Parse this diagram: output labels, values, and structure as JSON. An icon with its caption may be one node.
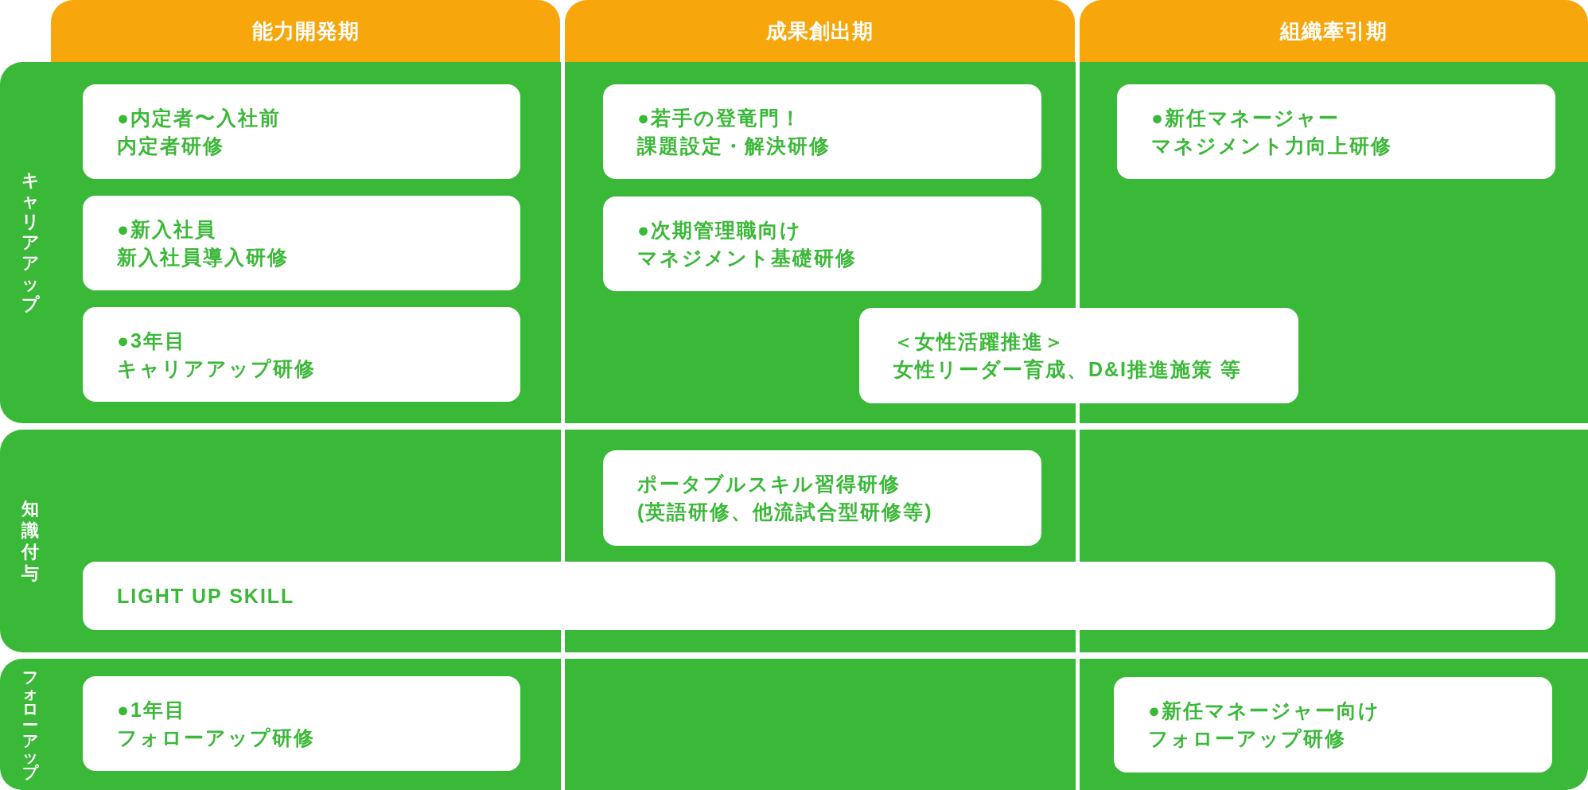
{
  "diagram": {
    "nodes": [
      {
        "text": [
          "能力開発期"
        ]
      },
      {
        "text": [
          "成果創出期"
        ]
      },
      {
        "text": [
          "組織牽引期"
        ]
      },
      {
        "text": [
          "キャリアアップ"
        ]
      },
      {
        "text": [
          "●内定者〜入社前",
          "内定者研修"
        ],
        "in": 3
      },
      {
        "text": [
          "●若手の登竜門！",
          "課題設定・解決研修"
        ],
        "in": 3
      },
      {
        "text": [
          "●新任マネージャー",
          "マネジメント力向上研修"
        ],
        "in": 3
      },
      {
        "text": [
          "●新入社員",
          "新入社員導入研修"
        ],
        "in": 3
      },
      {
        "text": [
          "●次期管理職向け",
          "マネジメント基礎研修"
        ],
        "in": 3
      },
      {
        "text": [
          "●3年目",
          "キャリアアップ研修"
        ],
        "in": 3
      },
      {
        "text": [
          "＜女性活躍推進＞",
          "女性リーダー育成、D&I推進施策 等"
        ],
        "in": 3
      },
      {
        "text": [
          "知識付与"
        ]
      },
      {
        "text": [
          "ポータブルスキル習得研修",
          "(英語研修、他流試合型研修等)"
        ],
        "in": 11
      },
      {
        "text": [
          "LIGHT UP SKILL"
        ],
        "in": 11
      },
      {
        "text": [
          "フォローアップ"
        ]
      },
      {
        "text": [
          "●1年目",
          "フォローアップ研修"
        ],
        "in": 14
      },
      {
        "text": [
          "●新任マネージャー向け",
          "フォローアップ研修"
        ],
        "in": 14
      }
    ]
  }
}
